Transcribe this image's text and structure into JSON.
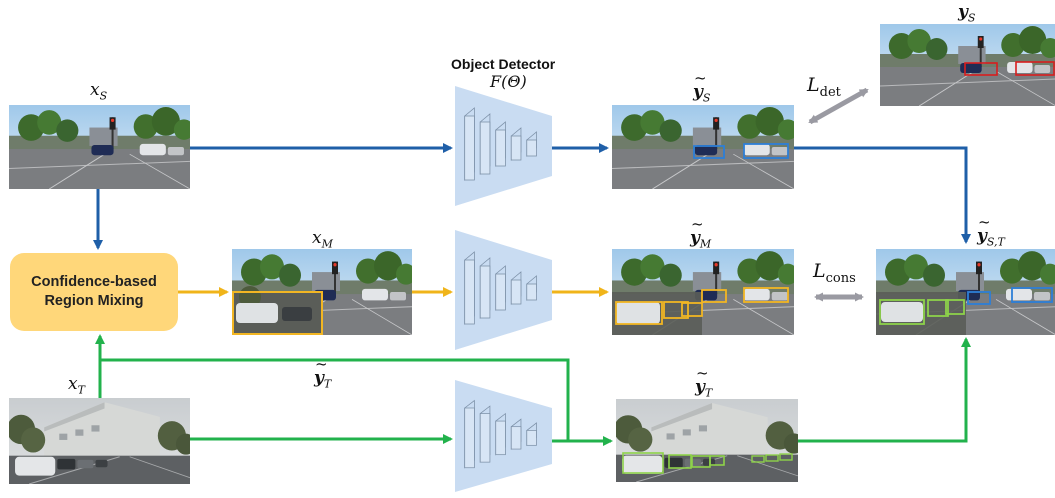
{
  "detector": {
    "title": "Object Detector",
    "formula": "F(Θ)"
  },
  "mixing_box": {
    "line1": "Confidence-based",
    "line2": "Region Mixing"
  },
  "labels": {
    "x_s": {
      "main": "x",
      "sub": "S"
    },
    "x_m": {
      "main": "x",
      "sub": "M"
    },
    "x_t": {
      "main": "x",
      "sub": "T"
    },
    "y_s_gt": {
      "main": "y",
      "sub": "S"
    },
    "y_s_pred": {
      "main": "y",
      "sub": "S"
    },
    "y_m_pred": {
      "main": "y",
      "sub": "M"
    },
    "y_t_pred": {
      "main": "y",
      "sub": "T"
    },
    "y_t_pseudo": {
      "main": "y",
      "sub": "T"
    },
    "y_st": {
      "main": "y",
      "sub": "S,T"
    },
    "l_det": {
      "main": "L",
      "sub": "det"
    },
    "l_cons": {
      "main": "L",
      "sub": "cons"
    }
  },
  "colors": {
    "source_flow": "#1f5fa8",
    "mix_flow": "#f0b41a",
    "target_flow": "#22b24c",
    "loss_arrow": "#9a9aa2",
    "detector_fill": "#c9dcf2",
    "mixing_box_fill": "#ffd77a",
    "pred_box_blue": "#2d7fd6",
    "pred_box_yellow": "#f2b623",
    "pred_box_green": "#8ed24a",
    "gt_box_red": "#d81e1e"
  }
}
